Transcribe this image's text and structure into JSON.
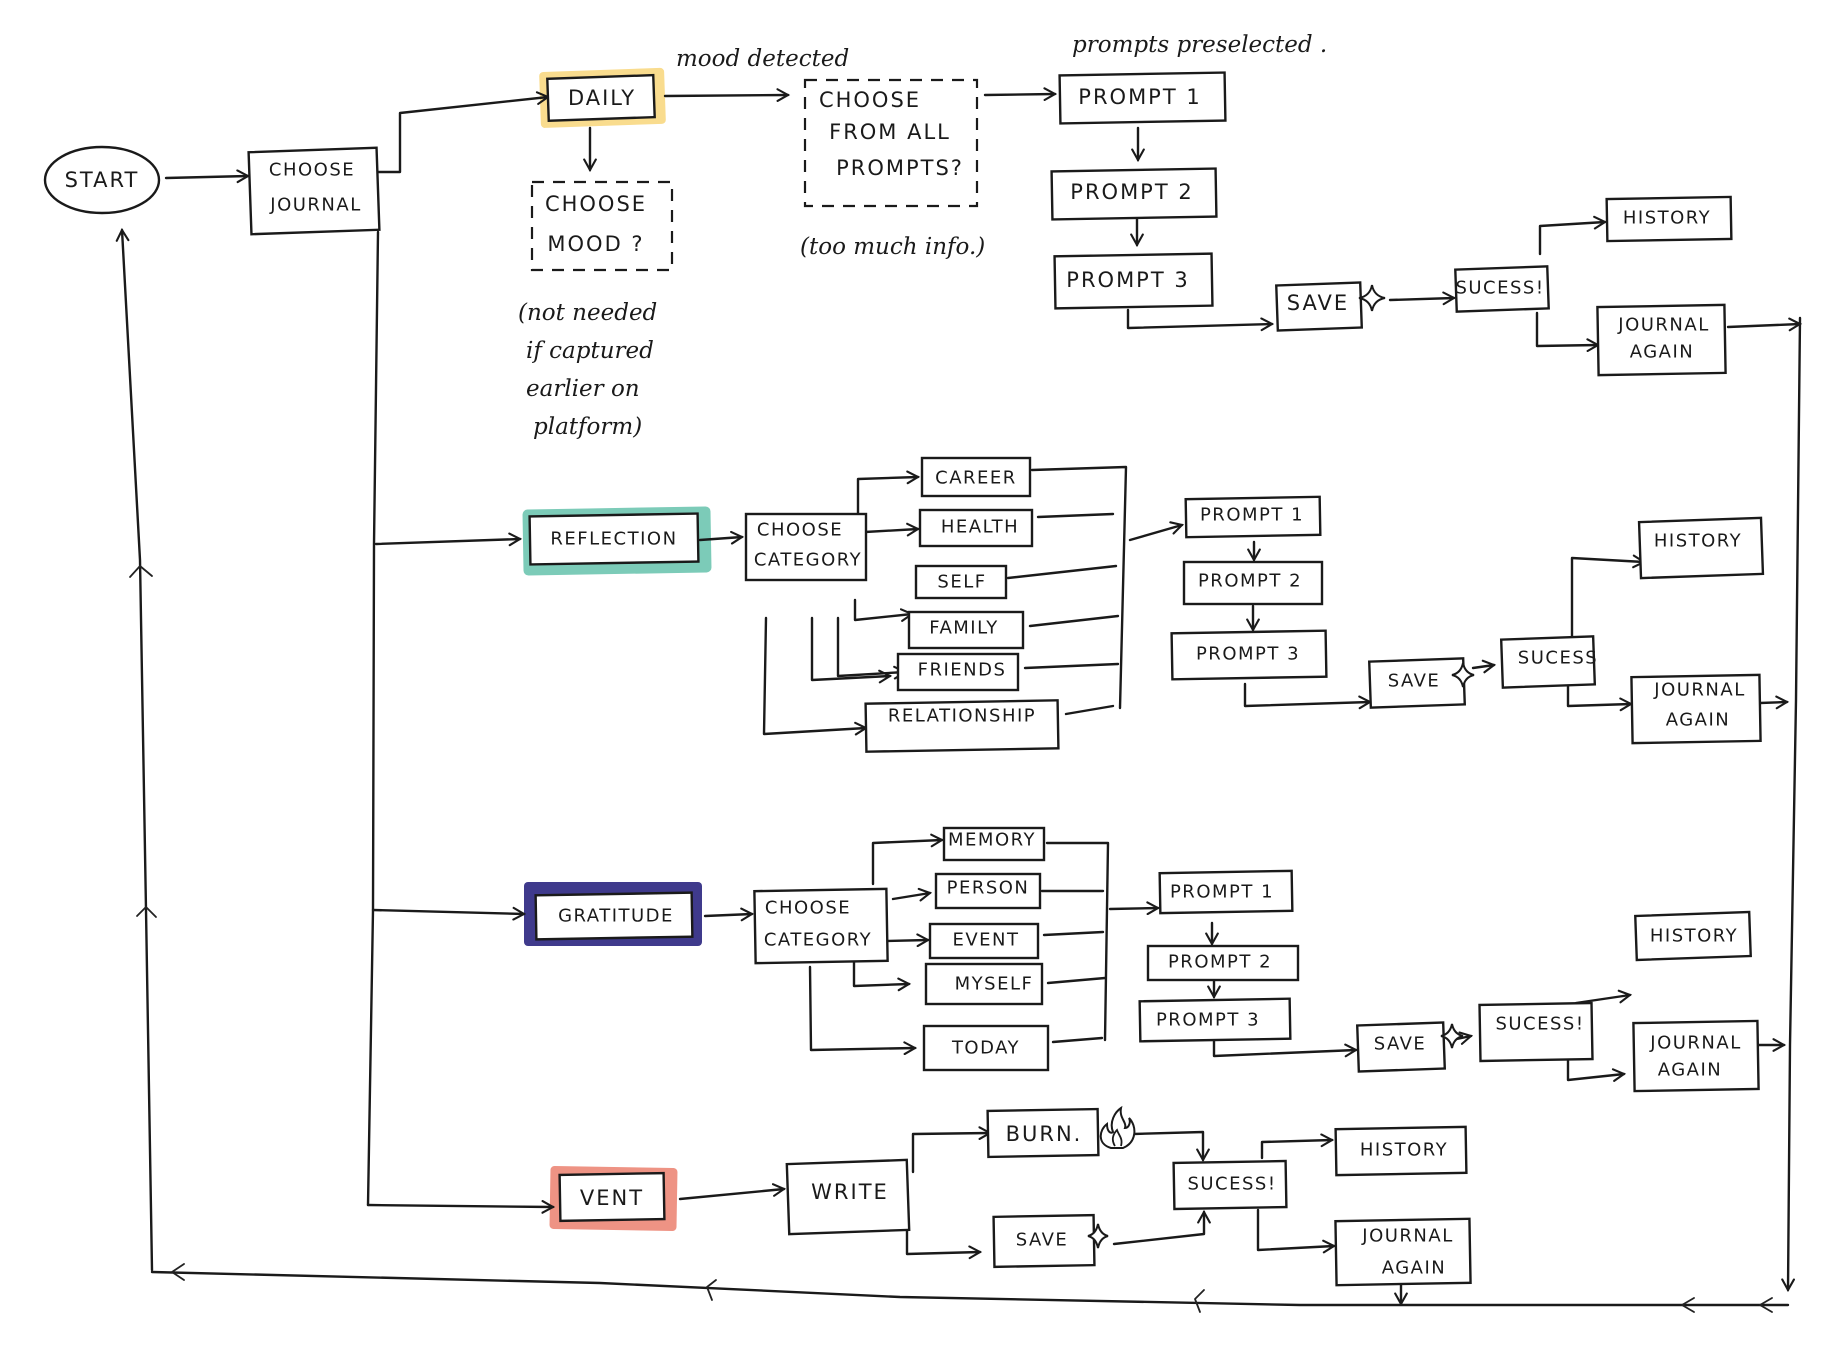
{
  "title": "Journaling flow diagram",
  "colors": {
    "daily": "#f9dc8e",
    "reflection": "#7ccbb8",
    "gratitude": "#3f3a8c",
    "vent": "#ee9384",
    "ink": "#1a1a1a"
  },
  "start": "START",
  "choose_journal": [
    "CHOOSE",
    "JOURNAL"
  ],
  "journals": {
    "daily": "DAILY",
    "reflection": "REFLECTION",
    "gratitude": "GRATITUDE",
    "vent": "VENT"
  },
  "daily": {
    "mood_detected": "mood detected",
    "choose_mood": [
      "CHOOSE",
      "MOOD ?"
    ],
    "choose_mood_note": [
      "(not needed",
      "if captured",
      "earlier on",
      "platform)"
    ],
    "choose_all_prompts": [
      "CHOOSE",
      "FROM ALL",
      "PROMPTS?"
    ],
    "too_much_info": "(too much info.)",
    "prompts_preselected": "prompts preselected .",
    "prompts": [
      "PROMPT 1",
      "PROMPT 2",
      "PROMPT 3"
    ],
    "save": "SAVE",
    "success": "SUCESS!",
    "history": "HISTORY",
    "journal_again": [
      "JOURNAL",
      "AGAIN"
    ]
  },
  "reflection": {
    "choose_category": [
      "CHOOSE",
      "CATEGORY"
    ],
    "categories": [
      "CAREER",
      "HEALTH",
      "SELF",
      "FAMILY",
      "FRIENDS",
      "RELATIONSHIP"
    ],
    "prompts": [
      "PROMPT 1",
      "PROMPT 2",
      "PROMPT 3"
    ],
    "save": "SAVE",
    "success": "SUCESS",
    "history": "HISTORY",
    "journal_again": [
      "JOURNAL",
      "AGAIN"
    ]
  },
  "gratitude": {
    "choose_category": [
      "CHOOSE",
      "CATEGORY"
    ],
    "categories": [
      "MEMORY",
      "PERSON",
      "EVENT",
      "MYSELF",
      "TODAY"
    ],
    "prompts": [
      "PROMPT 1",
      "PROMPT 2",
      "PROMPT 3"
    ],
    "save": "SAVE",
    "success": "SUCESS!",
    "history": "HISTORY",
    "journal_again": [
      "JOURNAL",
      "AGAIN"
    ]
  },
  "vent": {
    "write": "WRITE",
    "burn": "BURN.",
    "save": "SAVE",
    "success": "SUCESS!",
    "history": "HISTORY",
    "journal_again": [
      "JOURNAL",
      "AGAIN"
    ]
  },
  "icons": {
    "sparkle": "sparkle-icon",
    "fire": "fire-icon"
  }
}
